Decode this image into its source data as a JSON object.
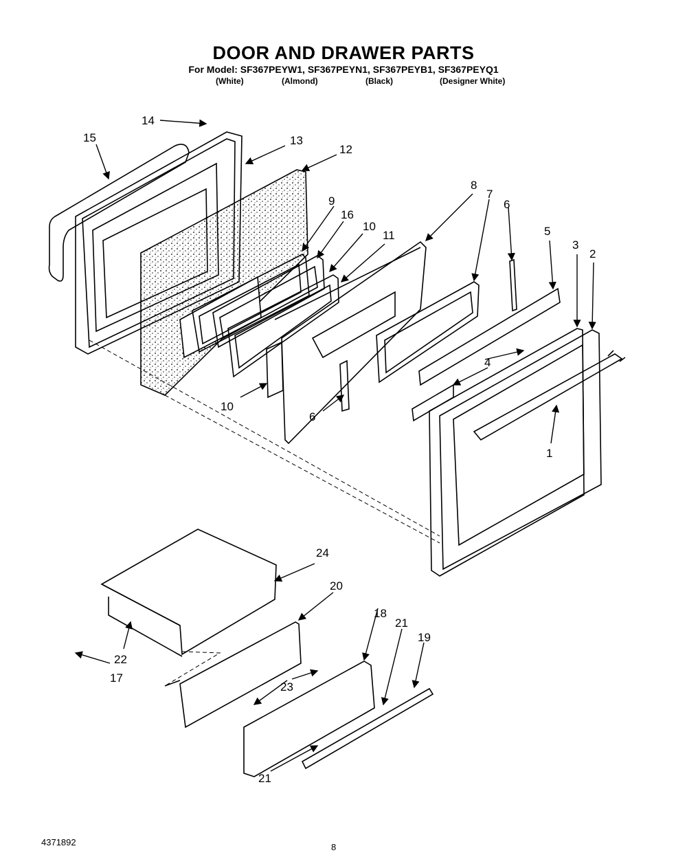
{
  "header": {
    "title": "DOOR AND DRAWER PARTS",
    "model_line": "For Model: SF367PEYW1, SF367PEYN1, SF367PEYB1, SF367PEYQ1",
    "variants": [
      "(White)",
      "(Almond)",
      "(Black)",
      "(Designer White)"
    ]
  },
  "callouts": [
    "1",
    "2",
    "3",
    "4",
    "5",
    "6",
    "6",
    "7",
    "8",
    "9",
    "10",
    "10",
    "11",
    "12",
    "13",
    "14",
    "15",
    "16",
    "17",
    "18",
    "19",
    "20",
    "21",
    "21",
    "22",
    "23",
    "24"
  ],
  "footer": {
    "doc_number": "4371892",
    "page_number": "8"
  }
}
